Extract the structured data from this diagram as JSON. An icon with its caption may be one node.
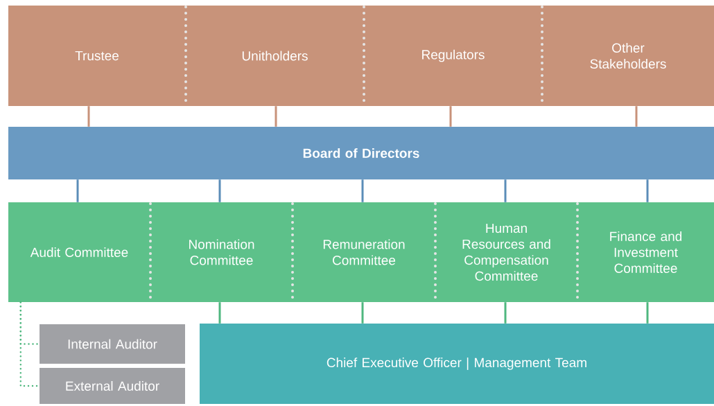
{
  "diagram": {
    "nodes": [
      {
        "text": [
          "Trustee"
        ]
      },
      {
        "text": [
          "Unitholders"
        ]
      },
      {
        "text": [
          "Regulators"
        ]
      },
      {
        "text": [
          "Other Stakeholders"
        ]
      },
      {
        "text": [
          "Board of Directors"
        ]
      },
      {
        "text": [
          "Audit Committee"
        ]
      },
      {
        "text": [
          "Nomination Committee"
        ]
      },
      {
        "text": [
          "Remuneration Committee"
        ]
      },
      {
        "text": [
          "Human Resources and Compensation Committee"
        ]
      },
      {
        "text": [
          "Finance and Investment Committee"
        ]
      },
      {
        "text": [
          "Internal Auditor"
        ]
      },
      {
        "text": [
          "External Auditor"
        ]
      },
      {
        "text": [
          "Chief Executive Officer | Management Team"
        ]
      }
    ],
    "edges": [
      {
        "from": 0,
        "to": 4,
        "arrow": "none",
        "color": "#c8927a"
      },
      {
        "from": 1,
        "to": 4,
        "arrow": "none",
        "color": "#c8927a"
      },
      {
        "from": 2,
        "to": 4,
        "arrow": "none",
        "color": "#c8927a"
      },
      {
        "from": 3,
        "to": 4,
        "arrow": "none",
        "color": "#c8927a"
      },
      {
        "from": 4,
        "to": 5,
        "arrow": "none",
        "color": "#5b8db8"
      },
      {
        "from": 4,
        "to": 6,
        "arrow": "none",
        "color": "#5b8db8"
      },
      {
        "from": 4,
        "to": 7,
        "arrow": "none",
        "color": "#5b8db8"
      },
      {
        "from": 4,
        "to": 8,
        "arrow": "none",
        "color": "#5b8db8"
      },
      {
        "from": 4,
        "to": 9,
        "arrow": "none",
        "color": "#5b8db8"
      },
      {
        "from": 6,
        "to": 12,
        "arrow": "none",
        "color": "#4fb77f"
      },
      {
        "from": 7,
        "to": 12,
        "arrow": "none",
        "color": "#4fb77f"
      },
      {
        "from": 8,
        "to": 12,
        "arrow": "none",
        "color": "#4fb77f"
      },
      {
        "from": 9,
        "to": 12,
        "arrow": "none",
        "color": "#4fb77f"
      },
      {
        "from": 5,
        "to": 10,
        "arrow": "none",
        "style": "dashed",
        "color": "#4fb77f"
      },
      {
        "from": 5,
        "to": 11,
        "arrow": "none",
        "style": "dashed",
        "color": "#4fb77f"
      }
    ]
  }
}
